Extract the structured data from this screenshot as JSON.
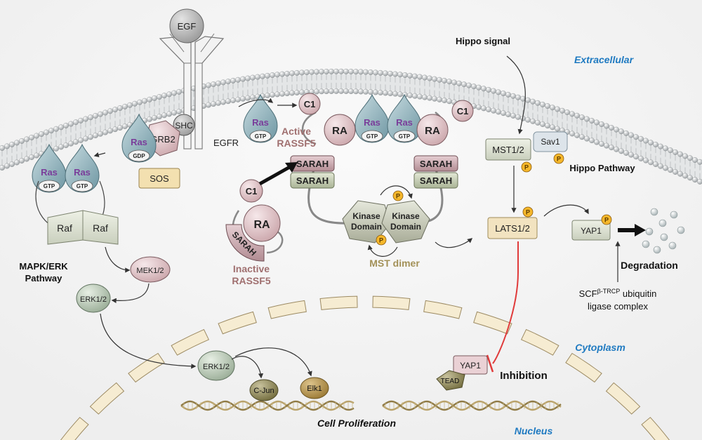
{
  "regions": {
    "extracellular": "Extracellular",
    "cytoplasm": "Cytoplasm",
    "nucleus": "Nucleus"
  },
  "receptor": {
    "ligand": "EGF",
    "receptor": "EGFR",
    "adaptor_shc": "SHC",
    "adaptor_grb2": "GRB2",
    "gef": "SOS"
  },
  "ras": {
    "name": "Ras",
    "gtp": "GTP",
    "gdp": "GDP"
  },
  "mapk": {
    "raf": "Raf",
    "mek": "MEK1/2",
    "erk": "ERK1/2",
    "pathway_label": [
      "MAPK/ERK",
      "Pathway"
    ],
    "cjun": "C-Jun",
    "elk1": "Elk1"
  },
  "rassf5": {
    "c1": "C1",
    "ra": "RA",
    "sarah": "SARAH",
    "active_label": [
      "Active",
      "RASSF5"
    ],
    "inactive_label": [
      "Inactive",
      "RASSF5"
    ]
  },
  "mst": {
    "kinase_label": [
      "Kinase",
      "Domain"
    ],
    "dimer_label": "MST dimer",
    "phospho": "P"
  },
  "hippo": {
    "signal": "Hippo signal",
    "mst": "MST1/2",
    "sav1": "Sav1",
    "pathway_label": "Hippo Pathway",
    "lats": "LATS1/2",
    "yap": "YAP1",
    "degradation": "Degradation",
    "scf_main": "SCF",
    "scf_sup": "β-TRCP",
    "scf_rest": " ubiquitin",
    "scf_line2": "ligase complex",
    "tead": "TEAD",
    "inhibition": "Inhibition"
  },
  "outcome": {
    "cell_proliferation": "Cell Proliferation"
  },
  "colors": {
    "ras_fill": "#8fb4bd",
    "ras_text": "#7a3d9a",
    "pink_fill": "#e8cfd2",
    "green_box": "#d6dccb",
    "tan_box": "#f3e4c2",
    "blue_label": "#1f7ac1",
    "mst_dimer": "#a39158",
    "inhibit_red": "#e03a3a",
    "phospho_fill": "#f5b72b"
  }
}
